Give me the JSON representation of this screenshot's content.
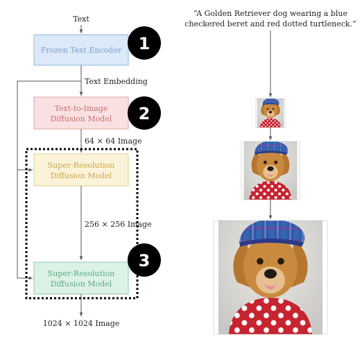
{
  "pipeline": {
    "input_label": "Text",
    "text_encoder": "Frozen Text Encoder",
    "text_embedding_label": "Text Embedding",
    "base_model": [
      "Text-to-Image",
      "Diffusion Model"
    ],
    "base_output": "64 × 64 Image",
    "sr1_model": [
      "Super-Resolution",
      "Diffusion Model"
    ],
    "sr1_output": "256 × 256 Image",
    "sr2_model": [
      "Super-Resolution",
      "Diffusion Model"
    ],
    "final_output": "1024 × 1024 Image",
    "badges": [
      "1",
      "2",
      "3"
    ]
  },
  "prompt": {
    "lines": [
      "“A Golden Retriever dog wearing a blue",
      "checkered beret and red dotted turtleneck.”"
    ]
  },
  "colors": {
    "encoder_fill": "#dbe9f8",
    "encoder_stroke": "#8fb4dc",
    "encoder_text": "#7d9fc9",
    "base_fill": "#f9e1e1",
    "base_stroke": "#e0a3a3",
    "base_text": "#c8706f",
    "sr1_fill": "#fbf3d9",
    "sr1_stroke": "#e0cf8c",
    "sr1_text": "#c9a64c",
    "sr2_fill": "#dcf2e6",
    "sr2_stroke": "#8ccaa8",
    "sr2_text": "#5ea982",
    "badge": "#000000",
    "line": "#555555",
    "beret": "#3b4fa8",
    "fur": "#c9893e",
    "sweater": "#c62430",
    "backdrop": "#d9d7d3"
  },
  "images": [
    {
      "name": "dog-image-64",
      "resolution": "64 × 64"
    },
    {
      "name": "dog-image-256",
      "resolution": "256 × 256"
    },
    {
      "name": "dog-image-1024",
      "resolution": "1024 × 1024"
    }
  ]
}
